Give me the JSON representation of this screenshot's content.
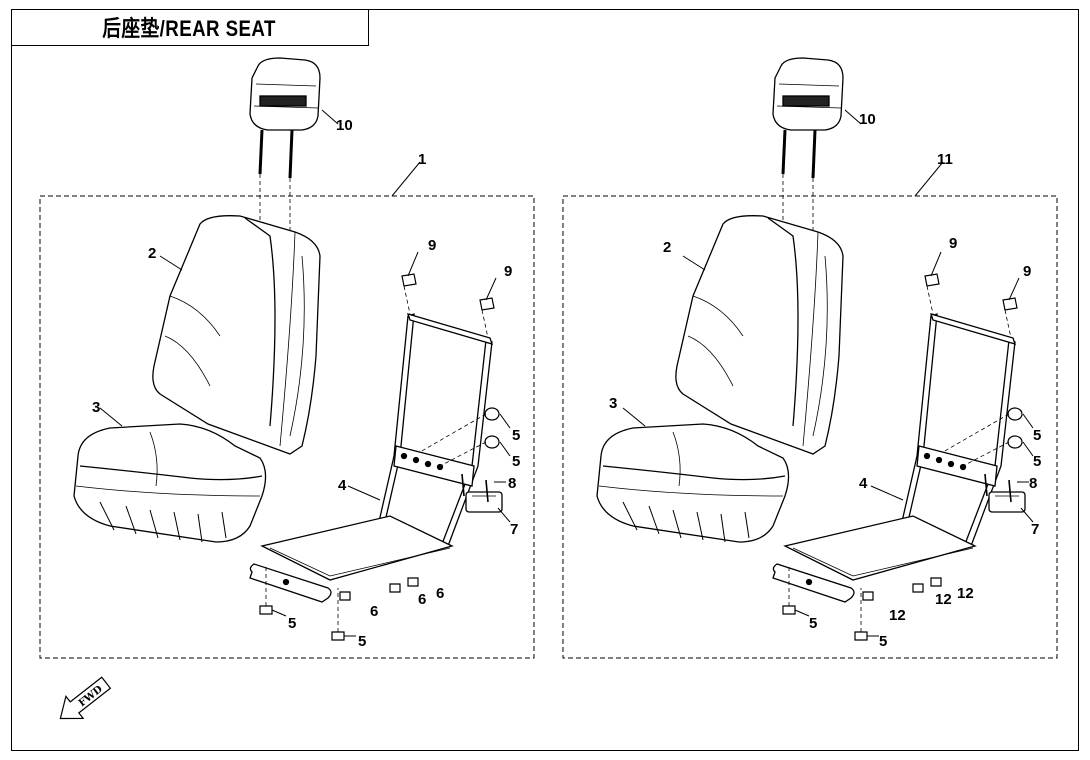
{
  "title": "后座垫/REAR SEAT",
  "fwd_label": "FWD",
  "assemblies": [
    {
      "assembly_number": "1",
      "callouts": [
        "10",
        "2",
        "3",
        "4",
        "9",
        "9",
        "5",
        "5",
        "8",
        "7",
        "5",
        "5",
        "6",
        "6",
        "6"
      ]
    },
    {
      "assembly_number": "11",
      "callouts": [
        "10",
        "2",
        "3",
        "4",
        "9",
        "9",
        "5",
        "5",
        "8",
        "7",
        "5",
        "5",
        "12",
        "12",
        "12"
      ]
    }
  ]
}
